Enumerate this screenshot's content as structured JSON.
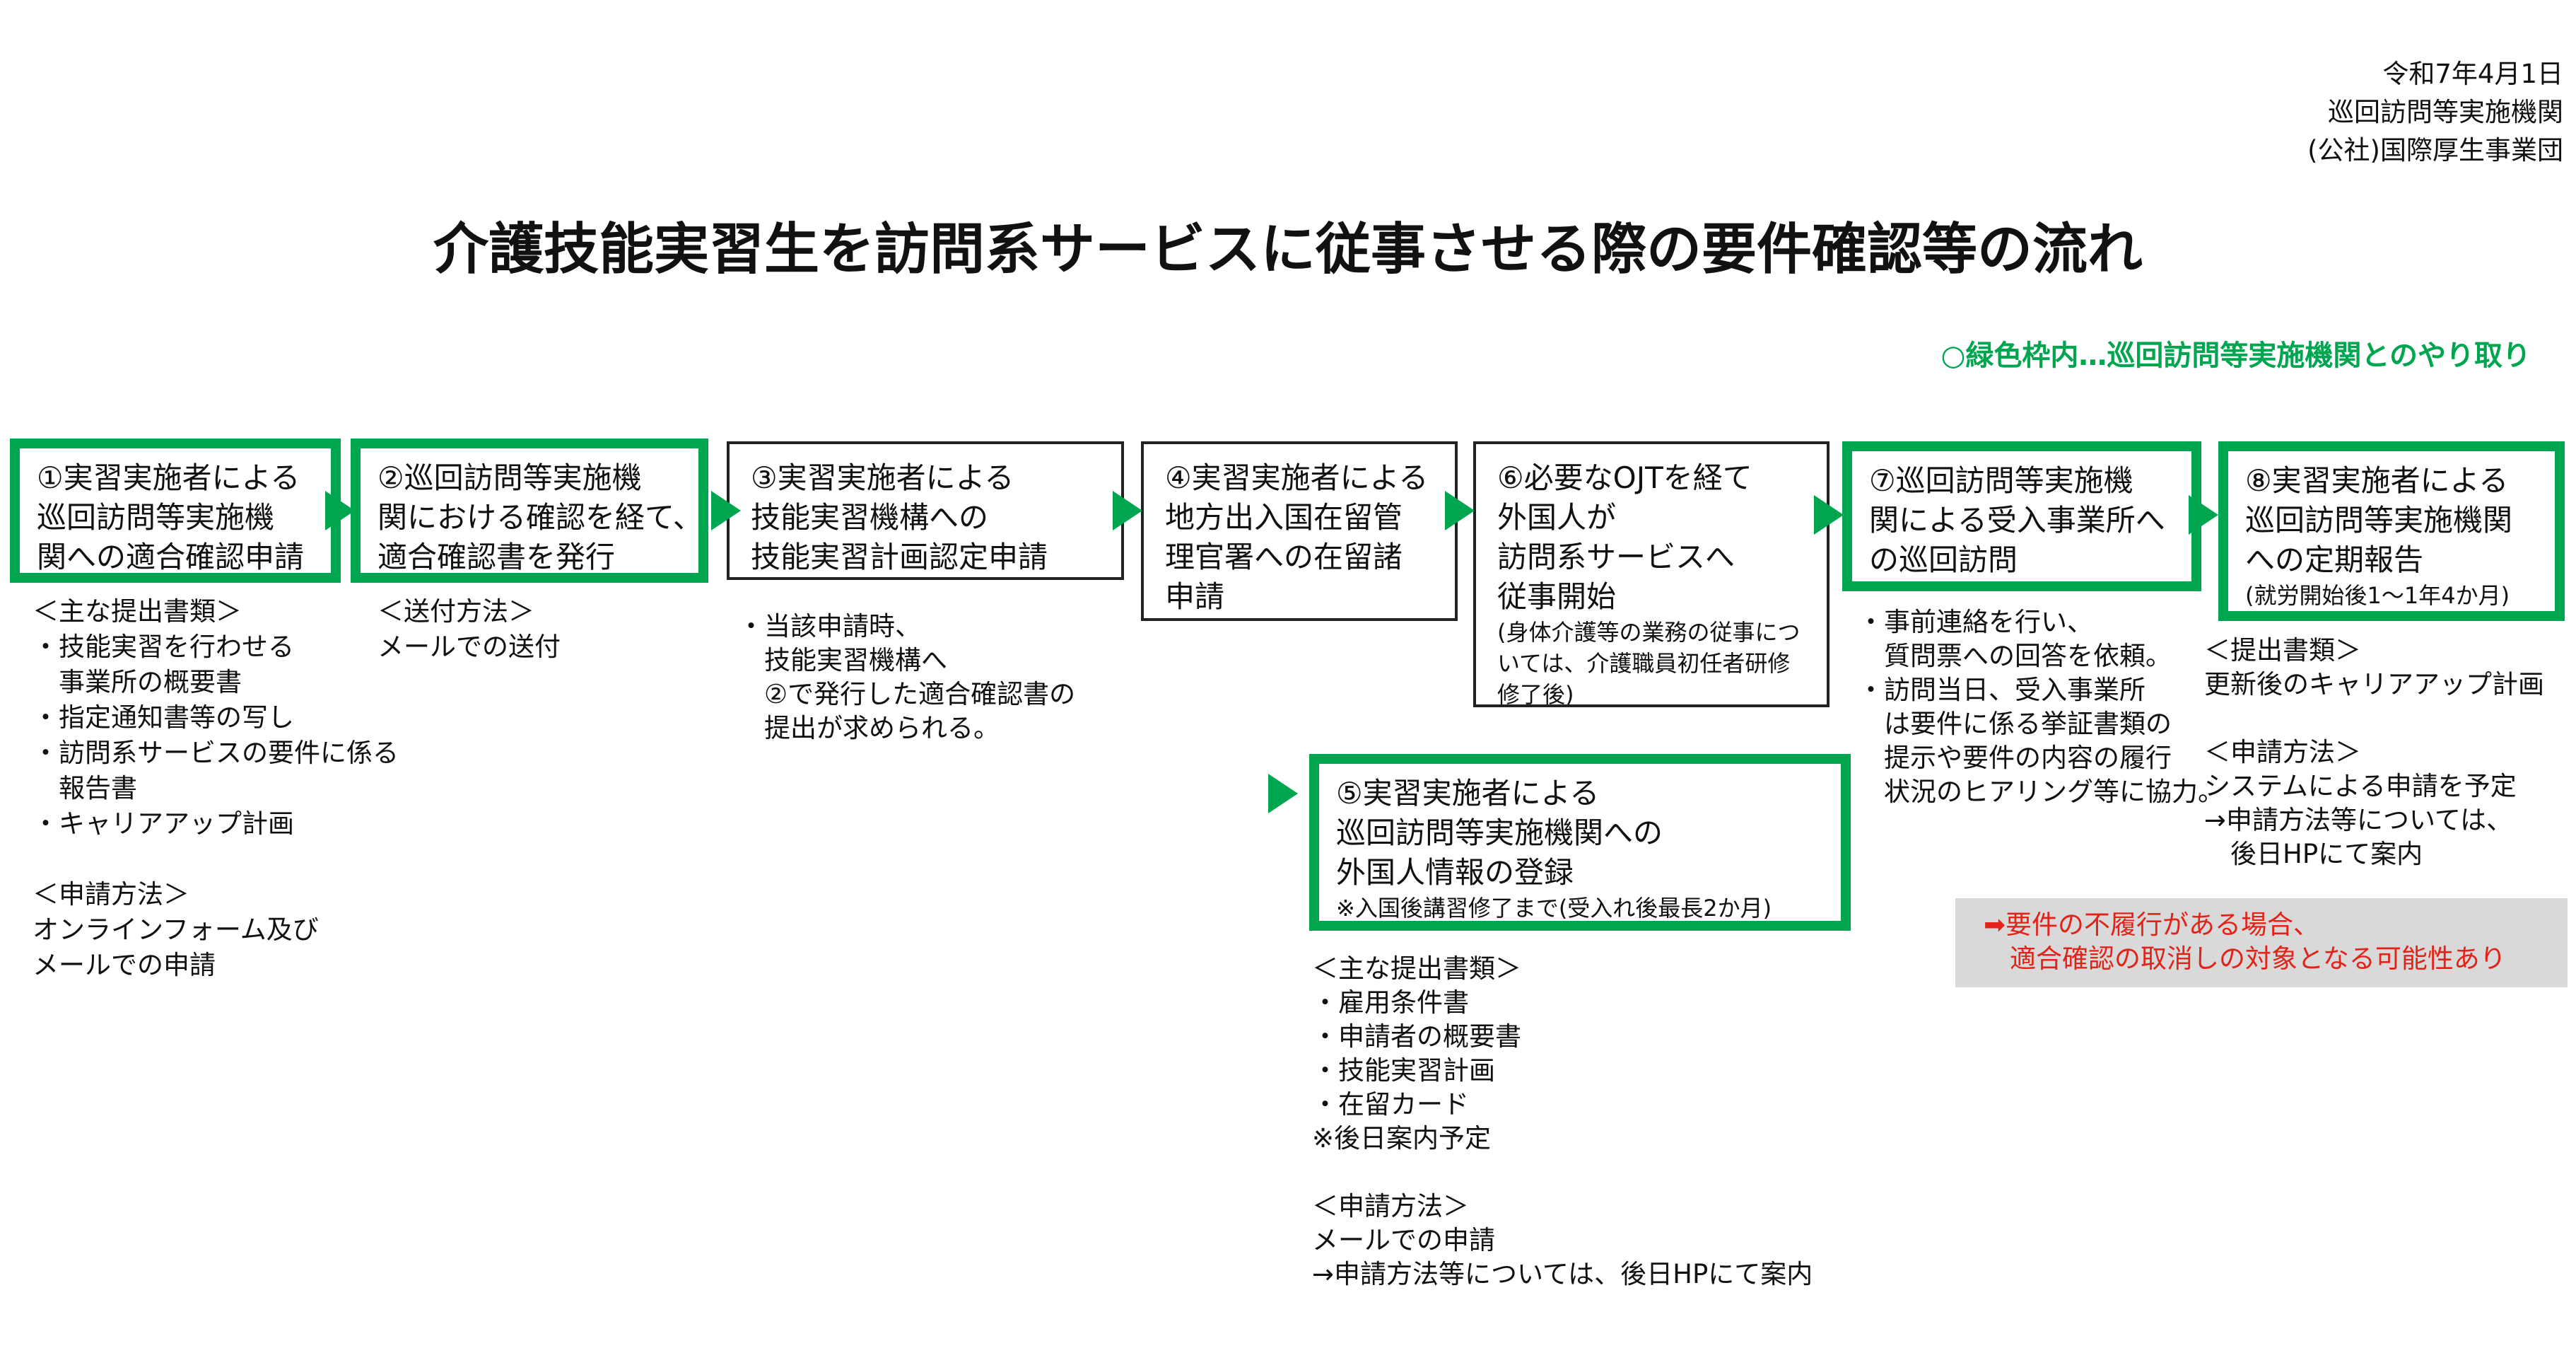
{
  "header": {
    "date": "令和7年4月1日",
    "org1": "巡回訪問等実施機関",
    "org2": "(公社)国際厚生事業団"
  },
  "title": "介護技能実習生を訪問系サービスに従事させる際の要件確認等の流れ",
  "legend": "○緑色枠内…巡回訪問等実施機関とのやり取り",
  "steps": [
    {
      "lines": [
        "①実習実施者による",
        "巡回訪問等実施機",
        "関への適合確認申請"
      ]
    },
    {
      "lines": [
        "②巡回訪問等実施機",
        "関における確認を経て、",
        "適合確認書を発行"
      ]
    },
    {
      "lines": [
        "③実習実施者による",
        "技能実習機構への",
        "技能実習計画認定申請"
      ]
    },
    {
      "lines": [
        "④実習実施者による",
        "地方出入国在留管",
        "理官署への在留諸",
        "申請"
      ]
    },
    {
      "lines": [
        "⑥必要なOJTを経て",
        "外国人が",
        "訪問系サービスへ",
        "従事開始"
      ],
      "note_lines": [
        "(身体介護等の業務の従事につ",
        "いては、介護職員初任者研修",
        "修了後)"
      ]
    },
    {
      "lines": [
        "⑦巡回訪問等実施機",
        "関による受入事業所へ",
        "の巡回訪問"
      ]
    },
    {
      "lines": [
        "⑧実習実施者による",
        "巡回訪問等実施機関",
        "への定期報告"
      ],
      "note": "(就労開始後1～1年4か月)"
    },
    {
      "lines": [
        "⑤実習実施者による",
        "巡回訪問等実施機関への",
        "外国人情報の登録"
      ],
      "note": "※入国後講習修了まで(受入れ後最長2か月)"
    }
  ],
  "notes": {
    "n1": [
      "＜主な提出書類＞",
      "・技能実習を行わせる",
      "　事業所の概要書",
      "・指定通知書等の写し",
      "・訪問系サービスの要件に係る",
      "　報告書",
      "・キャリアアップ計画",
      "",
      "＜申請方法＞",
      "オンラインフォーム及び",
      "メールでの申請"
    ],
    "n2": [
      "＜送付方法＞",
      "メールでの送付"
    ],
    "n3": [
      "・当該申請時、",
      "　技能実習機構へ",
      "　②で発行した適合確認書の",
      "　提出が求められる。"
    ],
    "n5": [
      "＜主な提出書類＞",
      "・雇用条件書",
      "・申請者の概要書",
      "・技能実習計画",
      "・在留カード",
      "※後日案内予定",
      "",
      "＜申請方法＞",
      "メールでの申請",
      "→申請方法等については、後日HPにて案内"
    ],
    "n7": [
      "・事前連絡を行い、",
      "　質問票への回答を依頼。",
      "・訪問当日、受入事業所",
      "　は要件に係る挙証書類の",
      "　提示や要件の内容の履行",
      "　状況のヒアリング等に協力。"
    ],
    "n8": [
      "＜提出書類＞",
      "更新後のキャリアアップ計画",
      "",
      "＜申請方法＞",
      "システムによる申請を予定",
      "→申請方法等については、",
      "　後日HPにて案内"
    ]
  },
  "warning": [
    "➡要件の不履行がある場合、",
    "　適合確認の取消しの対象となる可能性あり"
  ],
  "colors": {
    "green": "#00a54f",
    "red": "#e2231a",
    "gray": "#d9d9d9"
  }
}
